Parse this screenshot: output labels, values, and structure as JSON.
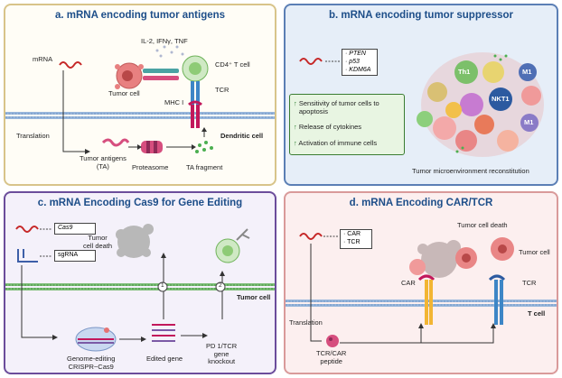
{
  "panel_a": {
    "title": "a.  mRNA encoding tumor antigens",
    "mrna": "mRNA",
    "cytokines": "IL-2, IFNγ, TNF",
    "tumor_cell": "Tumor cell",
    "cd4": "CD4⁺ T cell",
    "tcr": "TCR",
    "mhc": "MHC I",
    "dendritic": "Dendritic cell",
    "translation": "Translation",
    "antigens": "Tumor antigens\n(TA)",
    "proteasome": "Proteasome",
    "ta_fragment": "TA fragment"
  },
  "panel_b": {
    "title": "b.  mRNA encoding tumor suppressor",
    "genes": [
      "· PTEN",
      "· p53",
      "· KDM6A"
    ],
    "effects": [
      "Sensitivity of tumor cells to\napoptosis",
      "Release of cytokines",
      "Activation of immune cells"
    ],
    "th1": "Th1",
    "nkt": "NKT1",
    "m1a": "M1",
    "m1b": "M1",
    "caption": "Tumor microenvironment reconstitution"
  },
  "panel_c": {
    "title": "c.  mRNA Encoding Cas9 for Gene Editing",
    "cas9": "Cas9",
    "sgrna": "sgRNA",
    "tumor_death": "Tumor\ncell death",
    "step1": "1",
    "step2": "2",
    "tumor_cell": "Tumor cell",
    "crispr": "Genome-editing\nCRISPR−Cas9",
    "edited": "Edited gene",
    "knockout": "PD 1/TCR\ngene\nknockout"
  },
  "panel_d": {
    "title": "d.  mRNA Encoding CAR/TCR",
    "genes": [
      "· CAR",
      "· TCR"
    ],
    "tumor_death": "Tumor cell death",
    "tumor_cell": "Tumor cell",
    "car": "CAR",
    "tcr": "TCR",
    "translation": "Translation",
    "t_cell": "T cell",
    "peptide": "TCR/CAR\npeptide"
  },
  "colors": {
    "panel_a_border": "#d8c48a",
    "panel_a_bg": "#fffdf6",
    "panel_b_border": "#5b7fb5",
    "panel_b_bg": "#e6eef8",
    "panel_c_border": "#6b4d9b",
    "panel_c_bg": "#f4f1fa",
    "panel_d_border": "#d99a9a",
    "panel_d_bg": "#fcefef",
    "title": "#1d4e89",
    "mrna": "#c62828",
    "membrane": "#9ab8dc"
  }
}
